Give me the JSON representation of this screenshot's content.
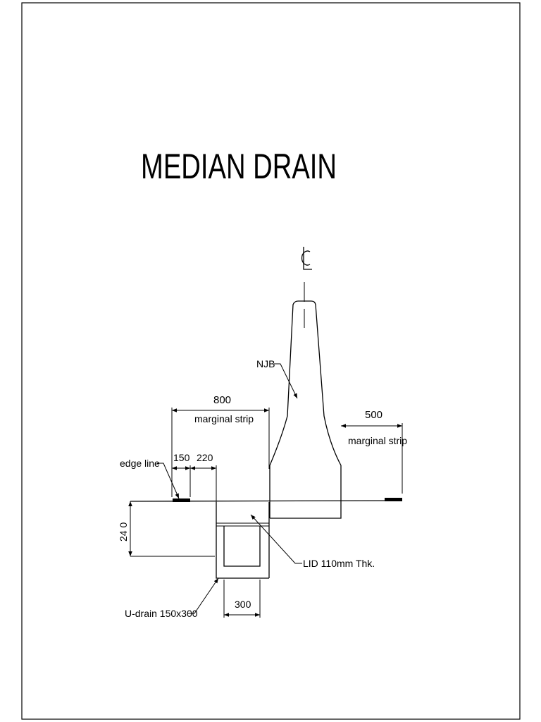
{
  "title": "MEDIAN DRAIN",
  "centerline_symbol": "CL",
  "labels": {
    "njb": "NJB",
    "edge_line": "edge line",
    "lid": "LID 110mm Thk.",
    "u_drain": "U-drain 150x300"
  },
  "dimensions": {
    "left_strip_width": "800",
    "left_strip_label": "marginal strip",
    "right_strip_width": "500",
    "right_strip_label": "marginal strip",
    "edge_offset": "150",
    "drain_offset": "220",
    "drain_width": "300",
    "depth": "24 0"
  }
}
